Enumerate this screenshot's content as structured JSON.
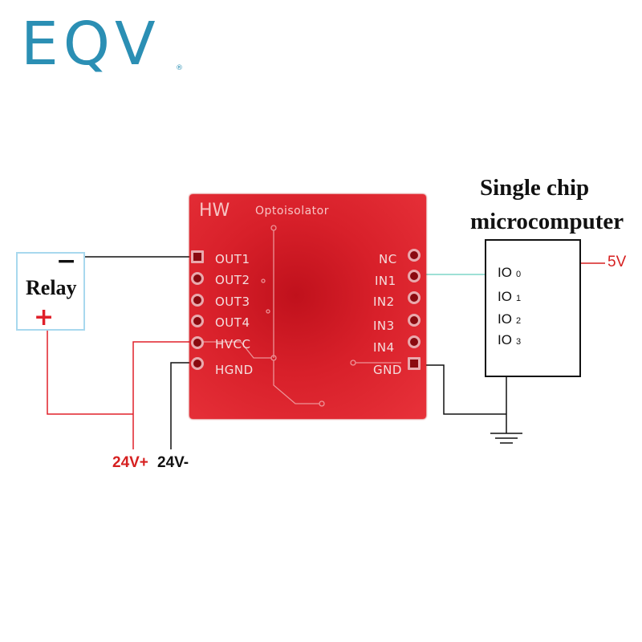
{
  "logo": {
    "text": "EQV",
    "mark": "®",
    "color": "#2b8fb4"
  },
  "board": {
    "brand": "HW",
    "title": "Optoisolator",
    "left_pins": [
      "OUT1",
      "OUT2",
      "OUT3",
      "OUT4",
      "HVCC",
      "HGND"
    ],
    "right_pins": [
      "NC",
      "IN1",
      "IN2",
      "IN3",
      "IN4",
      "GND"
    ],
    "color": "#d8202a"
  },
  "relay": {
    "label": "Relay",
    "minus": "−",
    "plus": "+"
  },
  "mcu": {
    "title_line1": "Single chip",
    "title_line2": "microcomputer",
    "io": [
      {
        "label": "IO",
        "index": "0"
      },
      {
        "label": "IO",
        "index": "1"
      },
      {
        "label": "IO",
        "index": "2"
      },
      {
        "label": "IO",
        "index": "3"
      }
    ],
    "supply": "5V"
  },
  "power": {
    "positive": "24V+",
    "negative": "24V-"
  },
  "wire_colors": {
    "red": "#e0202a",
    "black": "#111111",
    "signal": "#7fd6c8"
  }
}
